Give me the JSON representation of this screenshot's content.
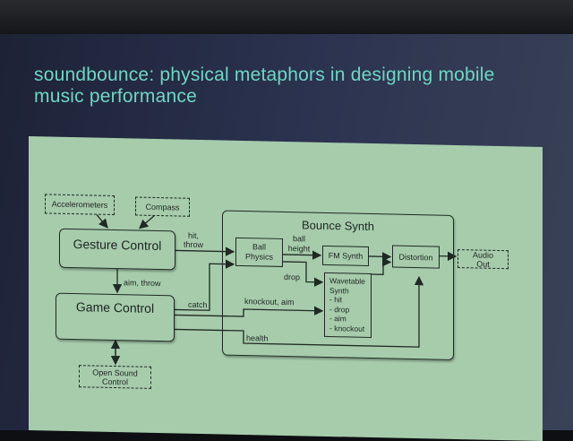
{
  "slide": {
    "title": "soundbounce: physical metaphors in designing mobile music performance"
  },
  "diagram": {
    "nodes": {
      "accelerometers": "Accelerometers",
      "compass": "Compass",
      "gesture_control": "Gesture Control",
      "game_control": "Game Control",
      "open_sound_control": "Open Sound Control",
      "bounce_synth": "Bounce Synth",
      "ball_physics": "Ball Physics",
      "fm_synth": "FM Synth",
      "wavetable_synth": "Wavetable Synth",
      "wavetable_items": [
        "- hit",
        "- drop",
        "- aim",
        "- knockout"
      ],
      "distortion": "Distortion",
      "audio_out": "Audio Out"
    },
    "edge_labels": {
      "hit_throw": "hit, throw",
      "aim_throw": "aim, throw",
      "catch": "catch",
      "knockout_aim": "knockout, aim",
      "health": "health",
      "ball_height": "ball height",
      "drop": "drop"
    }
  }
}
